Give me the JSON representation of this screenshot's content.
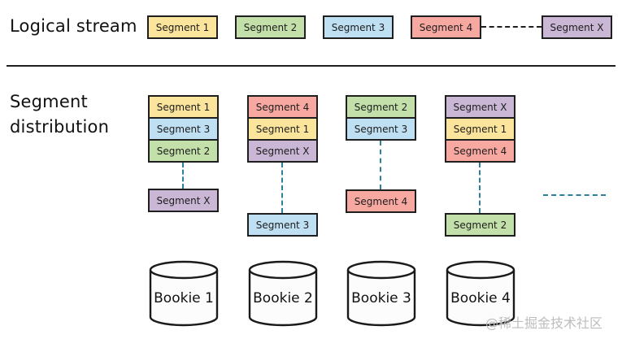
{
  "palette": {
    "segment_1_yellow": "#fbe49b",
    "segment_2_green": "#c3e0aa",
    "segment_3_blue": "#bfdff2",
    "segment_4_red": "#f7a8a1",
    "segment_x_purple": "#cab7d5",
    "dash_teal": "#2e7e9e",
    "box_border": "#1f1f1f"
  },
  "logical": {
    "title": "Logical stream",
    "segments": [
      {
        "label": "Segment 1",
        "color": "#fbe49b"
      },
      {
        "label": "Segment 2",
        "color": "#c3e0aa"
      },
      {
        "label": "Segment 3",
        "color": "#bfdff2"
      },
      {
        "label": "Segment 4",
        "color": "#f7a8a1"
      },
      {
        "label": "Segment X",
        "color": "#cab7d5"
      }
    ]
  },
  "distribution": {
    "title": "Segment distribution",
    "columns": [
      {
        "stack": [
          {
            "label": "Segment 1",
            "color": "#fbe49b"
          },
          {
            "label": "Segment 3",
            "color": "#bfdff2"
          },
          {
            "label": "Segment 2",
            "color": "#c3e0aa"
          }
        ],
        "detached": {
          "label": "Segment X",
          "color": "#cab7d5"
        }
      },
      {
        "stack": [
          {
            "label": "Segment 4",
            "color": "#f7a8a1"
          },
          {
            "label": "Segment 1",
            "color": "#fbe49b"
          },
          {
            "label": "Segment X",
            "color": "#cab7d5"
          }
        ],
        "detached": {
          "label": "Segment 3",
          "color": "#bfdff2"
        }
      },
      {
        "stack": [
          {
            "label": "Segment 2",
            "color": "#c3e0aa"
          },
          {
            "label": "Segment 3",
            "color": "#bfdff2"
          }
        ],
        "detached": {
          "label": "Segment 4",
          "color": "#f7a8a1"
        }
      },
      {
        "stack": [
          {
            "label": "Segment X",
            "color": "#cab7d5"
          },
          {
            "label": "Segment 1",
            "color": "#fbe49b"
          },
          {
            "label": "Segment 4",
            "color": "#f7a8a1"
          }
        ],
        "detached": {
          "label": "Segment 2",
          "color": "#c3e0aa"
        }
      }
    ]
  },
  "bookies": [
    {
      "name": "Bookie 1"
    },
    {
      "name": "Bookie 2"
    },
    {
      "name": "Bookie 3"
    },
    {
      "name": "Bookie 4"
    }
  ],
  "watermark": {
    "text": "@稀土掘金技术社区"
  }
}
